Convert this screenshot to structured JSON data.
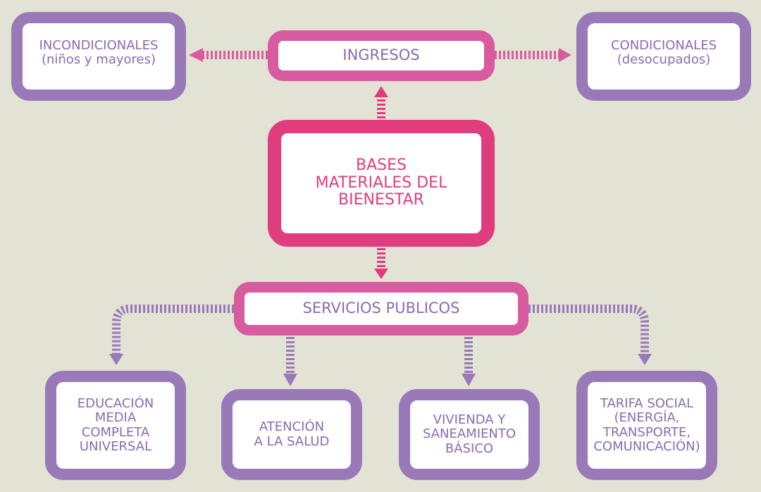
{
  "diagram": {
    "center": {
      "label": "BASES\nMATERIALES DEL\nBIENESTAR"
    },
    "ingresos": {
      "label": "INGRESOS",
      "left": {
        "label": "INCONDICIONALES\n(niños y mayores)"
      },
      "right": {
        "label": "CONDICIONALES\n(desocupados)"
      }
    },
    "servicios": {
      "label": "SERVICIOS PUBLICOS",
      "items": [
        {
          "label": "EDUCACIÓN\nMEDIA\nCOMPLETA\nUNIVERSAL"
        },
        {
          "label": "ATENCIÓN\nA LA SALUD"
        },
        {
          "label": "VIVIENDA Y\nSANEAMIENTO\nBÁSICO"
        },
        {
          "label": "TARIFA SOCIAL\n(ENERGÍA,\nTRANSPORTE,\nCOMUNICACIÓN)"
        }
      ]
    }
  },
  "colors": {
    "background": "#e3e3d5",
    "purple": "#9a79b9",
    "pink": "#d95b9f",
    "magenta": "#e03d7e",
    "text_purple": "#8a6bb0"
  }
}
